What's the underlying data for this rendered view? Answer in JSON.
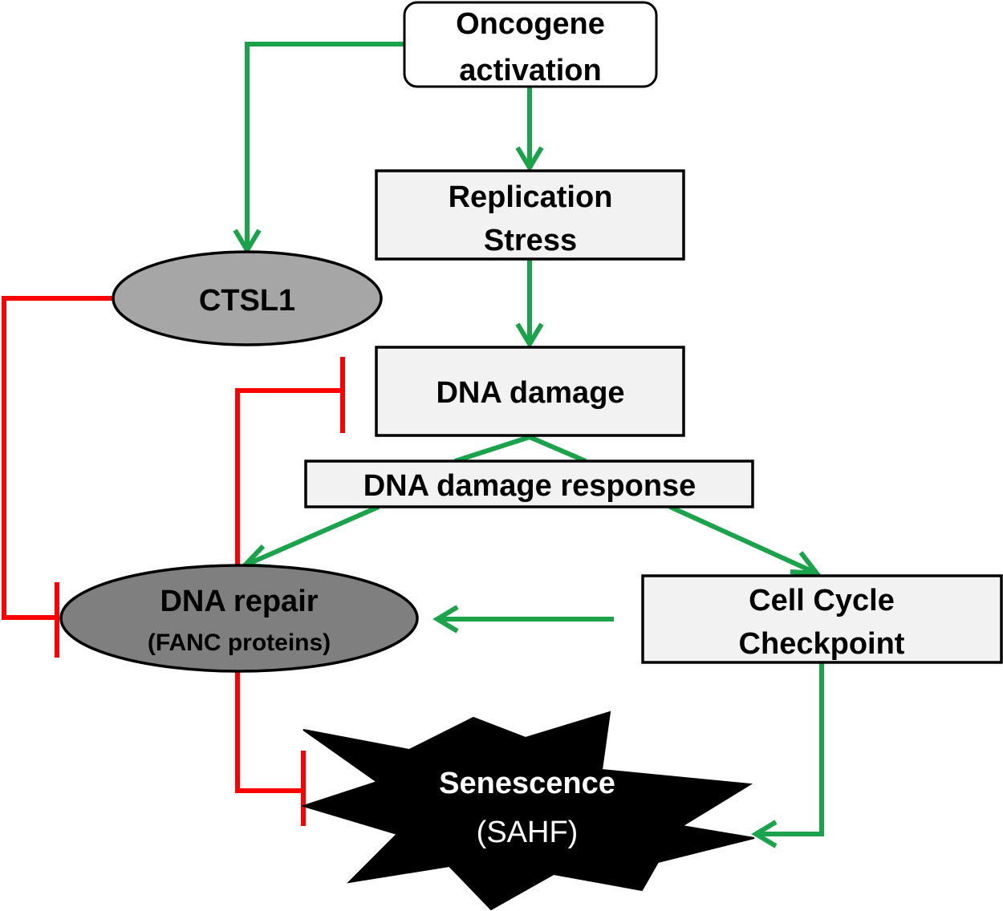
{
  "colors": {
    "activation": "#1aa34a",
    "inhibition": "#ff0000",
    "box_fill": "#f2f2f2",
    "ellipse_light": "#a6a6a6",
    "ellipse_dark": "#7f7f7f",
    "senescence_fill": "#000000"
  },
  "nodes": {
    "oncogene": {
      "line1": "Oncogene",
      "line2": "activation"
    },
    "replication": {
      "line1": "Replication",
      "line2": "Stress"
    },
    "ctsl1": {
      "label": "CTSL1"
    },
    "dna_damage": {
      "label": "DNA damage"
    },
    "ddr": {
      "label": "DNA damage response"
    },
    "dna_repair": {
      "line1": "DNA repair",
      "line2": "(FANC proteins)"
    },
    "checkpoint": {
      "line1": "Cell Cycle",
      "line2": "Checkpoint"
    },
    "senescence": {
      "line1": "Senescence",
      "line2": "(SAHF)"
    }
  },
  "edges": [
    {
      "from": "oncogene",
      "to": "ctsl1",
      "type": "activation"
    },
    {
      "from": "oncogene",
      "to": "replication",
      "type": "activation"
    },
    {
      "from": "replication",
      "to": "dna_damage",
      "type": "activation"
    },
    {
      "from": "dna_damage",
      "to": "ddr",
      "type": "activation"
    },
    {
      "from": "ddr",
      "to": "dna_repair",
      "type": "activation"
    },
    {
      "from": "ddr",
      "to": "checkpoint",
      "type": "activation"
    },
    {
      "from": "checkpoint",
      "to": "dna_repair",
      "type": "activation"
    },
    {
      "from": "checkpoint",
      "to": "senescence",
      "type": "activation"
    },
    {
      "from": "ctsl1",
      "to": "dna_repair",
      "type": "inhibition"
    },
    {
      "from": "dna_repair",
      "to": "dna_damage",
      "type": "inhibition"
    },
    {
      "from": "dna_repair",
      "to": "senescence",
      "type": "inhibition"
    }
  ]
}
